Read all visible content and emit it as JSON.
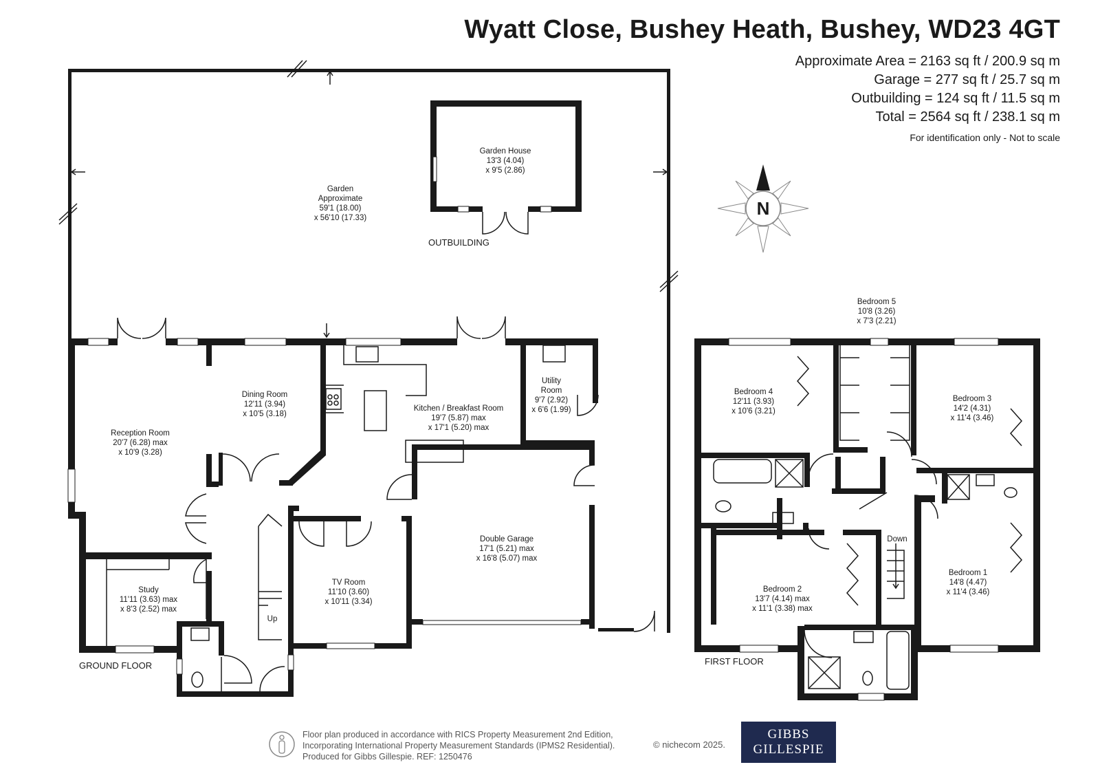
{
  "title": "Wyatt Close, Bushey Heath, Bushey, WD23 4GT",
  "areas": [
    "Approximate Area = 2163 sq ft / 200.9 sq m",
    "Garage = 277 sq ft / 25.7 sq m",
    "Outbuilding = 124 sq ft / 11.5 sq m",
    "Total = 2564 sq ft / 238.1 sq m"
  ],
  "id_note": "For identification only - Not to scale",
  "compass": "N",
  "floors": {
    "ground": "GROUND FLOOR",
    "first": "FIRST FLOOR",
    "outbuilding": "OUTBUILDING"
  },
  "rooms": {
    "garden": [
      "Garden",
      "Approximate",
      "59'1 (18.00)",
      "x 56'10 (17.33)"
    ],
    "garden_house": [
      "Garden House",
      "13'3 (4.04)",
      "x 9'5 (2.86)"
    ],
    "reception": [
      "Reception Room",
      "20'7 (6.28) max",
      "x 10'9 (3.28)"
    ],
    "dining": [
      "Dining Room",
      "12'11 (3.94)",
      "x 10'5 (3.18)"
    ],
    "kitchen": [
      "Kitchen / Breakfast Room",
      "19'7 (5.87) max",
      "x 17'1 (5.20) max"
    ],
    "utility": [
      "Utility",
      "Room",
      "9'7 (2.92)",
      "x 6'6 (1.99)"
    ],
    "double_garage": [
      "Double Garage",
      "17'1 (5.21) max",
      "x 16'8 (5.07) max"
    ],
    "tv": [
      "TV Room",
      "11'10 (3.60)",
      "x 10'11 (3.34)"
    ],
    "study": [
      "Study",
      "11'11 (3.63) max",
      "x 8'3 (2.52) max"
    ],
    "bedroom5": [
      "Bedroom 5",
      "10'8 (3.26)",
      "x 7'3 (2.21)"
    ],
    "bedroom4": [
      "Bedroom 4",
      "12'11 (3.93)",
      "x 10'6 (3.21)"
    ],
    "bedroom3": [
      "Bedroom 3",
      "14'2 (4.31)",
      "x 11'4 (3.46)"
    ],
    "bedroom2": [
      "Bedroom 2",
      "13'7 (4.14) max",
      "x 11'1 (3.38) max"
    ],
    "bedroom1": [
      "Bedroom 1",
      "14'8 (4.47)",
      "x 11'4 (3.46)"
    ]
  },
  "stairs": {
    "up": "Up",
    "down": "Down"
  },
  "footer": [
    "Floor plan produced in accordance with RICS Property Measurement 2nd Edition,",
    "Incorporating International Property Measurement Standards (IPMS2 Residential).",
    "Produced for Gibbs Gillespie.   REF: 1250476"
  ],
  "copyright": "© nichecom 2025.",
  "logo": [
    "GIBBS",
    "GILLESPIE"
  ]
}
